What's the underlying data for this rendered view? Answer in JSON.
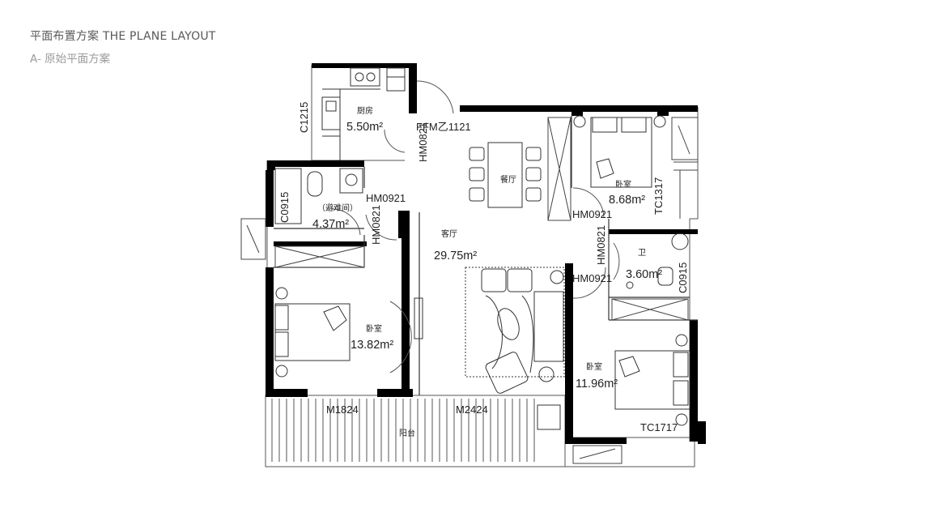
{
  "header": {
    "title": "平面布置方案 THE PLANE LAYOUT",
    "subtitle": "A- 原始平面方案"
  },
  "rooms": {
    "kitchen": {
      "name": "厨房",
      "area": "5.50m²"
    },
    "refuge": {
      "name": "（避难间）",
      "area": "4.37m²"
    },
    "dining": {
      "name": "餐厅"
    },
    "living": {
      "name": "客厅",
      "area": "29.75m²"
    },
    "bedroom_nw": {
      "name": "卧室",
      "area": "8.68m²"
    },
    "bath_e": {
      "name": "卫",
      "area": "3.60m²"
    },
    "bedroom_w": {
      "name": "卧室",
      "area": "13.82m²"
    },
    "bedroom_se": {
      "name": "卧室",
      "area": "11.96m²"
    },
    "balcony": {
      "name": "阳台"
    }
  },
  "codes": {
    "c1215": "C1215",
    "fmz": "FFM乙1121",
    "hm0821_top": "HM0821",
    "c0915_w": "C0915",
    "hm0921_w": "HM0921",
    "hm0821_w": "HM0821",
    "hm0921_ne": "HM0921",
    "tc1317": "TC1317",
    "hm0821_e": "HM0821",
    "hm0921_e": "HM0921",
    "c0915_e": "C0915",
    "m1824": "M1824",
    "m2424": "M2424",
    "tc1717": "TC1717"
  }
}
